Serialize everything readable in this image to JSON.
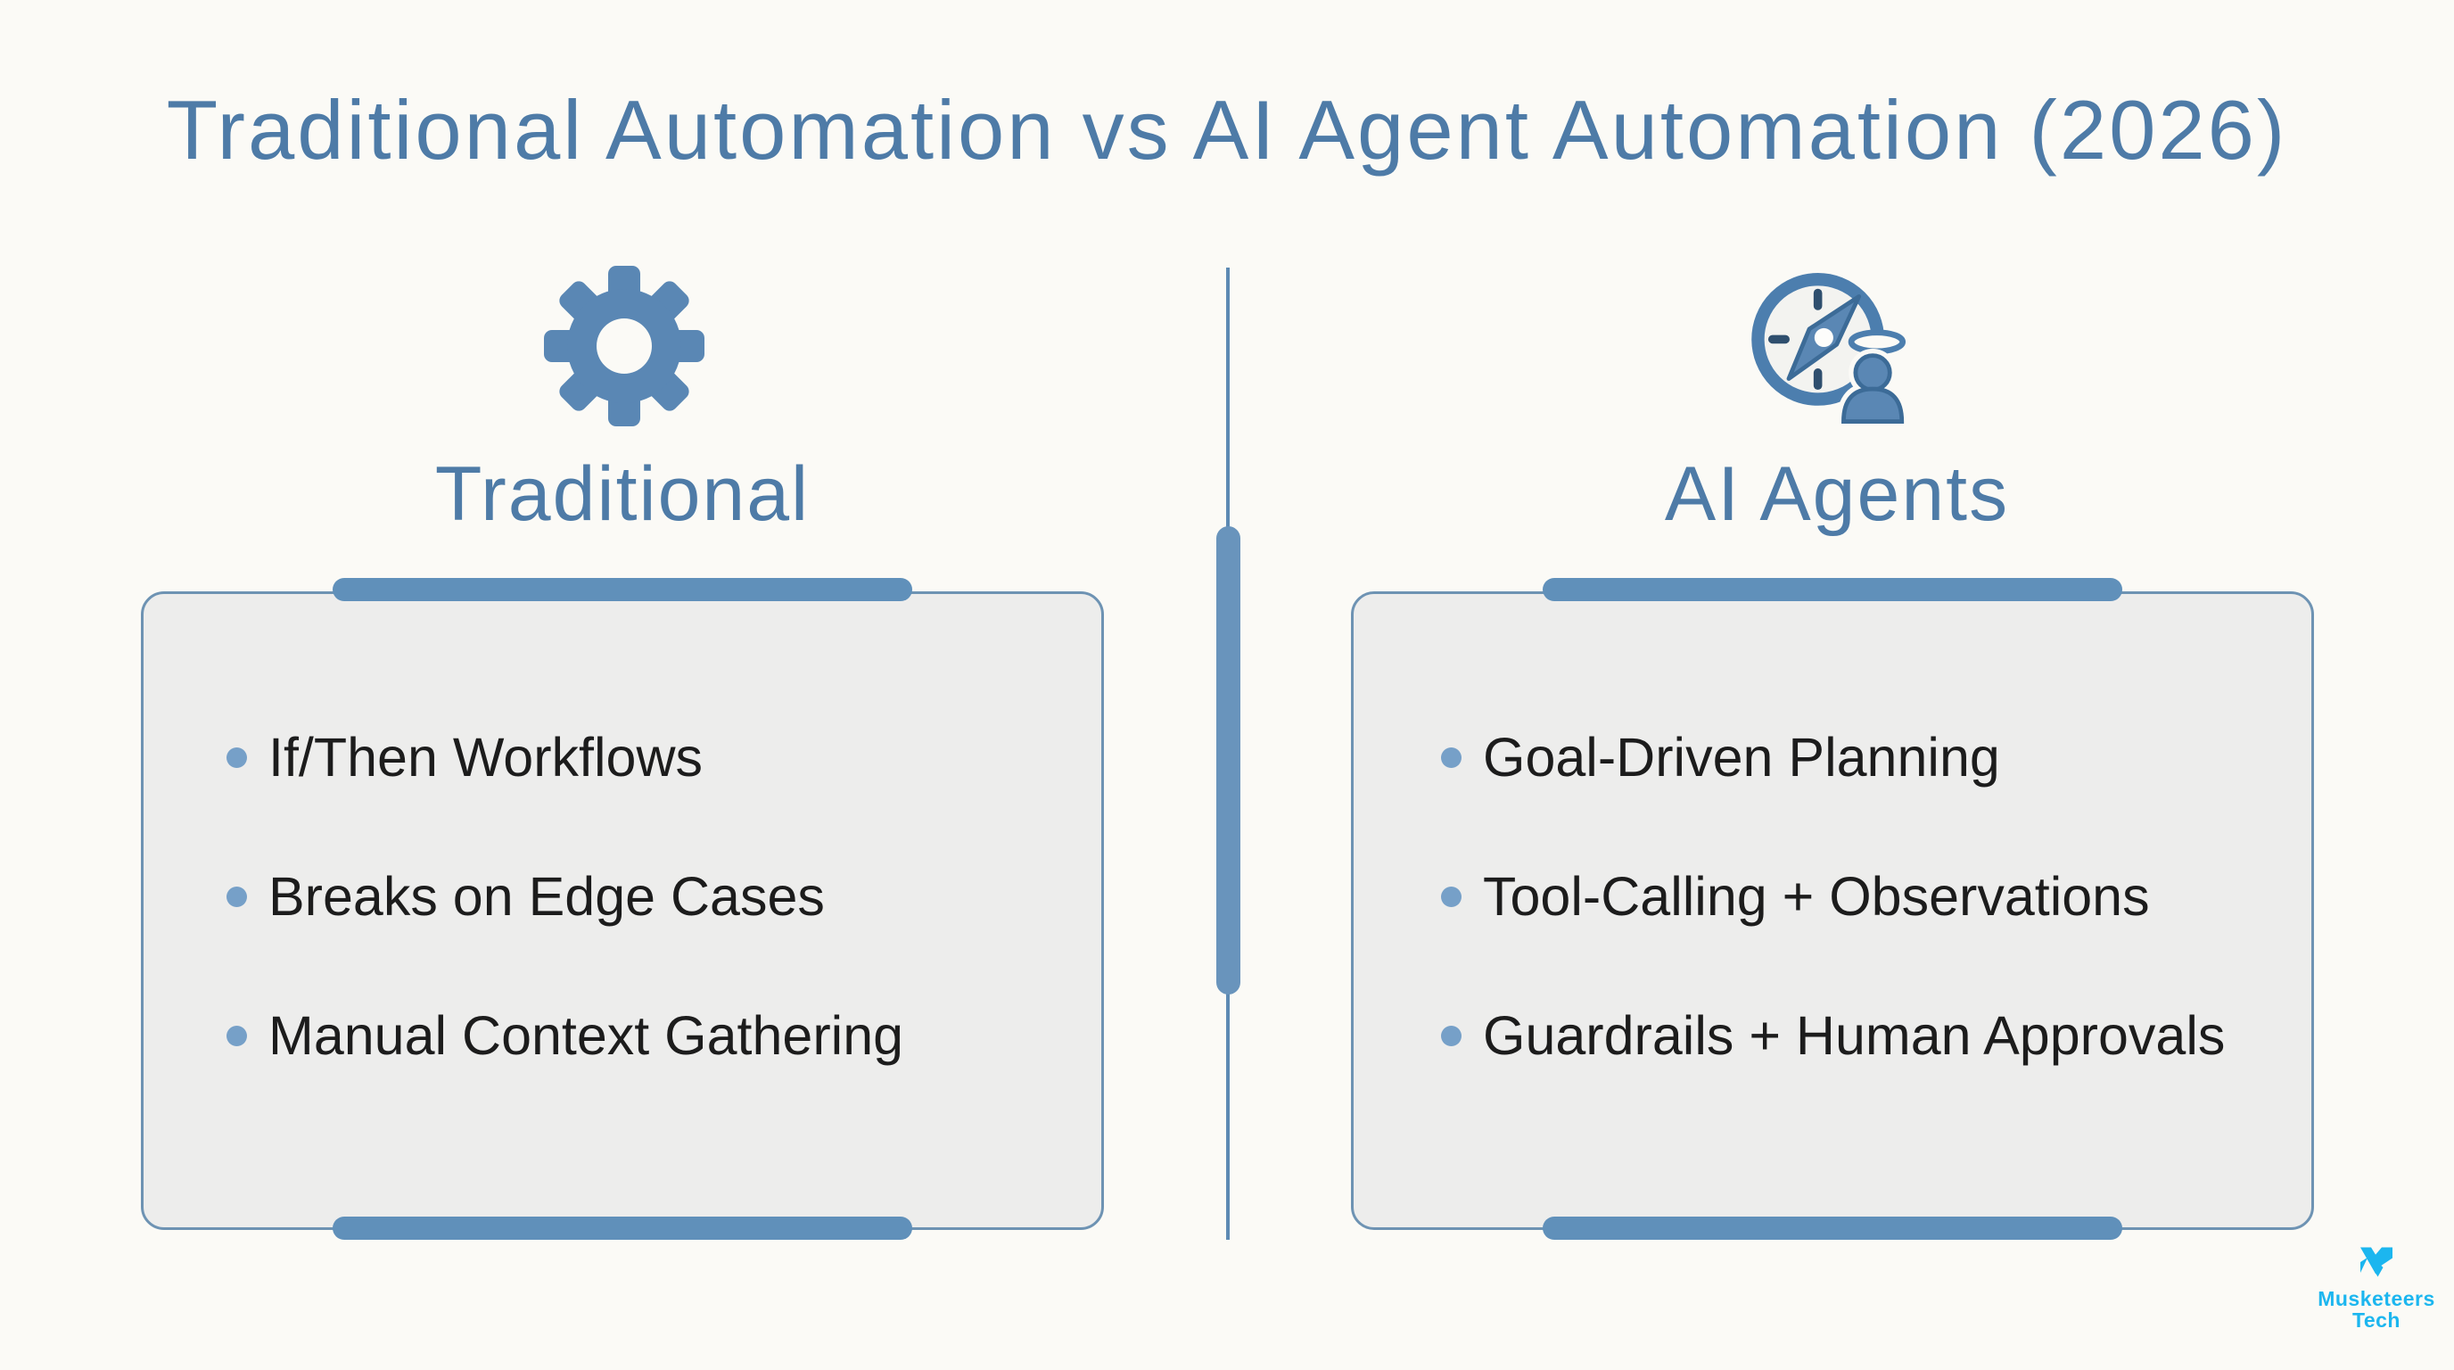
{
  "slide": {
    "title": "Traditional Automation vs AI Agent Automation (2026)"
  },
  "columns": [
    {
      "heading": "Traditional",
      "icon": "gear",
      "bullets": [
        "If/Then Workflows",
        "Breaks on Edge Cases",
        "Manual Context Gathering"
      ]
    },
    {
      "heading": "AI Agents",
      "icon": "compass-person",
      "bullets": [
        "Goal-Driven Planning",
        "Tool-Calling + Observations",
        "Guardrails + Human Approvals"
      ]
    }
  ],
  "branding": {
    "logo_line1": "Musketeers",
    "logo_line2": "Tech"
  },
  "colors": {
    "background": "#fbfaf6",
    "accent_blue": "#4e7ba7",
    "bar_blue": "#6090ba",
    "divider_blue": "#5d8ab3",
    "bullet_dot": "#76a0c8",
    "panel_fill": "#ededec",
    "panel_border": "#6e93b3",
    "body_text": "#1c1c1c",
    "logo_cyan": "#1cb6ef"
  }
}
